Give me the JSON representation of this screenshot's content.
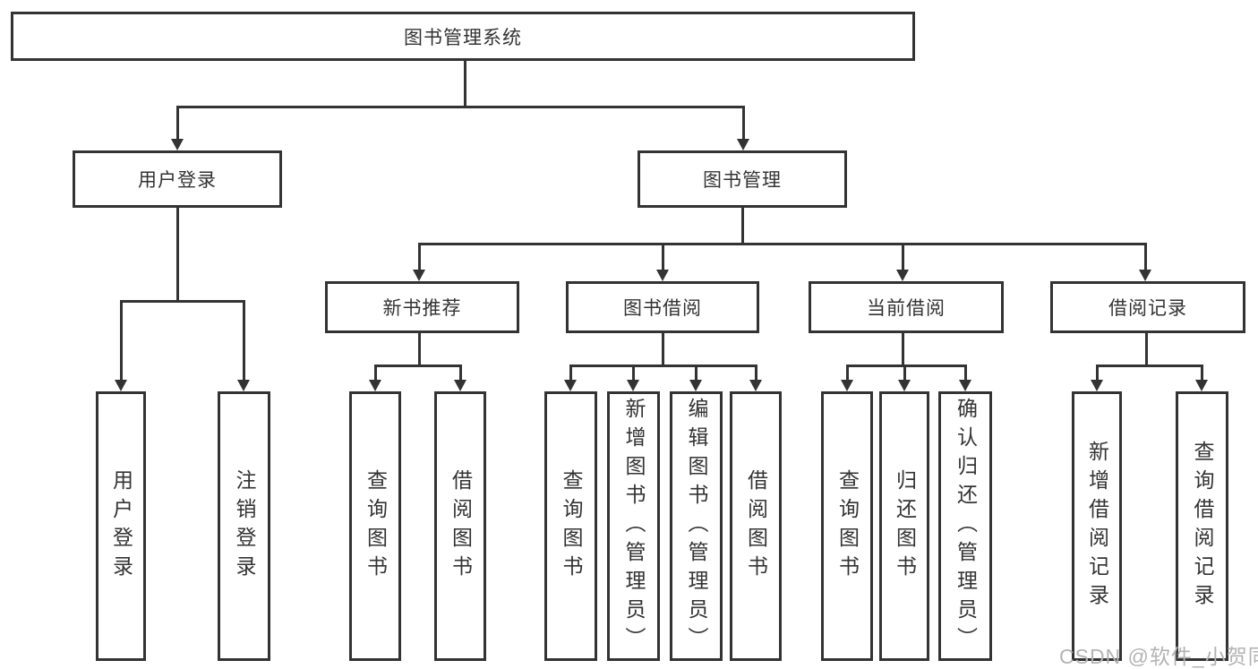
{
  "nodes": {
    "root": "图书管理系统",
    "level2": [
      "用户登录",
      "图书管理"
    ],
    "level3": [
      "新书推荐",
      "图书借阅",
      "当前借阅",
      "借阅记录"
    ],
    "leaves": {
      "login": [
        "用户登录",
        "注销登录"
      ],
      "recommend": [
        "查询图书",
        "借阅图书"
      ],
      "borrow": [
        "查询图书",
        "新增图书（管理员）",
        "编辑图书（管理员）",
        "借阅图书"
      ],
      "current": [
        "查询图书",
        "归还图书",
        "确认归还（管理员）"
      ],
      "records": [
        "新增借阅记录",
        "查询借阅记录"
      ]
    }
  },
  "watermark": "CSDN @软件_小贺同学",
  "colors": {
    "line": "#333333",
    "text": "#333333",
    "background": "#ffffff",
    "watermark": "#b3b3b3"
  }
}
